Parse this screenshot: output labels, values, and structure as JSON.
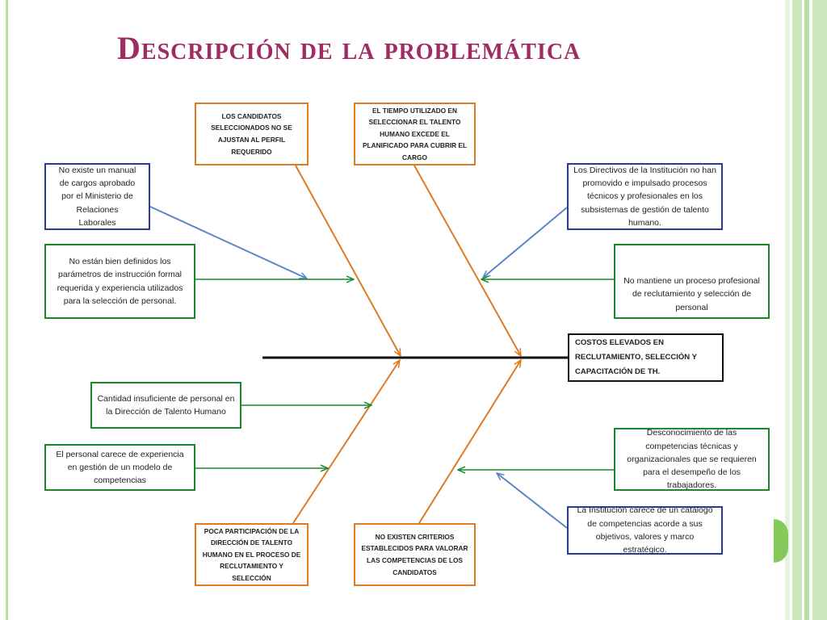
{
  "title": "Descripción de la problemática",
  "effect": "Costos elevados en reclutamiento, selección y capacitación de TH.",
  "causes": {
    "top_left": "Los candidatos seleccionados no se ajustan al perfil requerido",
    "top_right": "El tiempo utilizado en seleccionar el talento humano excede el planificado para cubrir el cargo",
    "bottom_left": "Poca participación de la Dirección de Talento Humano en el proceso de reclutamiento y selección",
    "bottom_right": "No existen criterios establecidos para valorar las competencias de los candidatos"
  },
  "sub_causes": {
    "manual": "No existe un manual de cargos aprobado por el Ministerio de Relaciones Laborales",
    "parametros": "No están bien definidos los parámetros de instrucción formal requerida y experiencia utilizados para la selección de personal.",
    "directivos": "Los Directivos de la Institución no han promovido e impulsado procesos técnicos y profesionales en los subsistemas de gestión de talento humano.",
    "proceso": "No mantiene un proceso profesional de reclutamiento y selección de personal",
    "cantidad": "Cantidad insuficiente de personal en la Dirección de Talento Humano",
    "experiencia": "El personal carece de experiencia en gestión de un modelo de competencias",
    "desconocimiento": "Desconocimiento de las competencias técnicas y organizacionales que se requieren para el desempeño de los trabajadores.",
    "catalogo": "La Institución carece de un catálogo de competencias acorde a sus objetivos, valores y marco estratégico."
  },
  "colors": {
    "title": "#a02a62",
    "cause_border": "#e07a22",
    "green_border": "#178a2c",
    "blue_border": "#2e3a8c",
    "blue_arrow": "#5a86c4",
    "spine": "#111111"
  }
}
